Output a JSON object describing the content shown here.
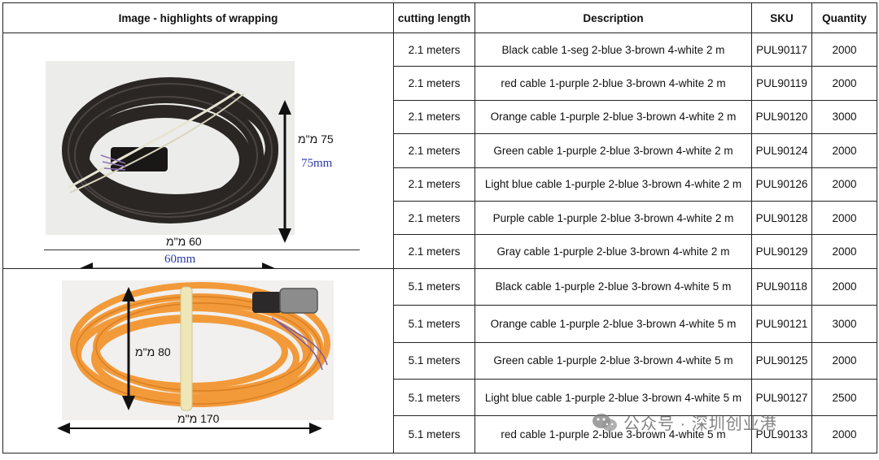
{
  "headers": {
    "image": "Image - highlights of wrapping",
    "length": "cutting length",
    "description": "Description",
    "sku": "SKU",
    "quantity": "Quantity"
  },
  "group1": {
    "dim_vertical": "75 מ\"מ",
    "dim_vertical_mm": "75mm",
    "dim_horizontal": "60 מ\"מ",
    "dim_horizontal_mm": "60mm",
    "rows": [
      {
        "length": "2.1 meters",
        "description": "Black cable 1-seg 2-blue 3-brown 4-white 2 m",
        "sku": "PUL90117",
        "quantity": "2000"
      },
      {
        "length": "2.1 meters",
        "description": "red cable 1-purple 2-blue 3-brown 4-white 2 m",
        "sku": "PUL90119",
        "quantity": "2000"
      },
      {
        "length": "2.1 meters",
        "description": "Orange cable 1-purple 2-blue 3-brown 4-white 2 m",
        "sku": "PUL90120",
        "quantity": "3000"
      },
      {
        "length": "2.1 meters",
        "description": "Green cable 1-purple 2-blue 3-brown 4-white 2 m",
        "sku": "PUL90124",
        "quantity": "2000"
      },
      {
        "length": "2.1 meters",
        "description": "Light blue cable 1-purple 2-blue 3-brown 4-white 2 m",
        "sku": "PUL90126",
        "quantity": "2000"
      },
      {
        "length": "2.1 meters",
        "description": "Purple cable 1-purple 2-blue 3-brown 4-white 2 m",
        "sku": "PUL90128",
        "quantity": "2000"
      },
      {
        "length": "2.1 meters",
        "description": "Gray cable 1-purple 2-blue 3-brown 4-white 2 m",
        "sku": "PUL90129",
        "quantity": "2000"
      }
    ]
  },
  "group2": {
    "dim_vertical": "80 מ\"מ",
    "dim_horizontal": "170 מ\"מ",
    "rows": [
      {
        "length": "5.1 meters",
        "description": "Black cable 1-purple 2-blue 3-brown 4-white 5 m",
        "sku": "PUL90118",
        "quantity": "2000"
      },
      {
        "length": "5.1 meters",
        "description": "Orange cable 1-purple 2-blue 3-brown 4-white 5 m",
        "sku": "PUL90121",
        "quantity": "3000"
      },
      {
        "length": "5.1 meters",
        "description": "Green cable 1-purple 2-blue 3-brown 4-white 5 m",
        "sku": "PUL90125",
        "quantity": "2000"
      },
      {
        "length": "5.1 meters",
        "description": "Light blue cable 1-purple 2-blue 3-brown 4-white 5 m",
        "sku": "PUL90127",
        "quantity": "2500"
      },
      {
        "length": "5.1 meters",
        "description": "red cable 1-purple 2-blue 3-brown 4-white 5 m",
        "sku": "PUL90133",
        "quantity": "2000"
      }
    ]
  },
  "watermark": "公众号 · 深圳创业港",
  "colors": {
    "black_cable": "#2a2624",
    "orange_cable": "#f29a3a",
    "dimension_blue": "#2b3aa8"
  }
}
